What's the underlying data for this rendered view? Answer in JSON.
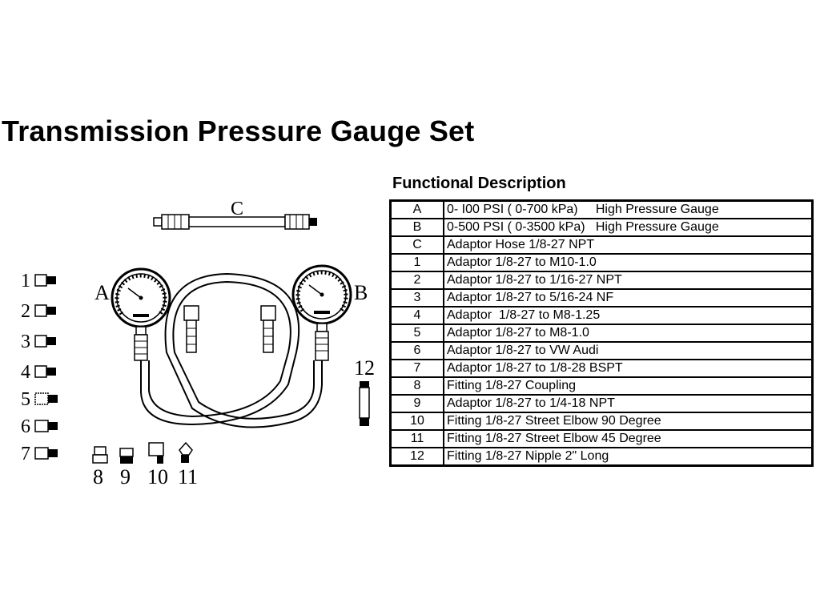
{
  "title": "Transmission Pressure Gauge Set",
  "table_heading": "Functional Description",
  "rows": [
    {
      "key": "A",
      "desc": "0- I00 PSI ( 0-700 kPa)     High Pressure Gauge"
    },
    {
      "key": "B",
      "desc": "0-500 PSI ( 0-3500 kPa)   High Pressure Gauge"
    },
    {
      "key": "C",
      "desc": "Adaptor Hose 1/8-27 NPT"
    },
    {
      "key": "1",
      "desc": "Adaptor 1/8-27 to M10-1.0"
    },
    {
      "key": "2",
      "desc": "Adaptor 1/8-27 to 1/16-27 NPT"
    },
    {
      "key": "3",
      "desc": "Adaptor 1/8-27 to 5/16-24 NF"
    },
    {
      "key": "4",
      "desc": "Adaptor  1/8-27 to M8-1.25"
    },
    {
      "key": "5",
      "desc": "Adaptor 1/8-27 to M8-1.0"
    },
    {
      "key": "6",
      "desc": "Adaptor 1/8-27 to VW Audi"
    },
    {
      "key": "7",
      "desc": "Adaptor 1/8-27 to 1/8-28 BSPT"
    },
    {
      "key": "8",
      "desc": "Fitting 1/8-27 Coupling"
    },
    {
      "key": "9",
      "desc": "Adaptor 1/8-27 to 1/4-18 NPT"
    },
    {
      "key": "10",
      "desc": "Fitting 1/8-27 Street Elbow 90 Degree"
    },
    {
      "key": "11",
      "desc": "Fitting 1/8-27 Street Elbow 45 Degree"
    },
    {
      "key": "12",
      "desc": "Fitting 1/8-27 Nipple 2\" Long"
    }
  ],
  "diagram": {
    "label_a": "A",
    "label_b": "B",
    "label_c": "C",
    "label_12": "12",
    "adaptor_labels": [
      "1",
      "2",
      "3",
      "4",
      "5",
      "6",
      "7"
    ],
    "fitting_labels": [
      "8",
      "9",
      "10",
      "11"
    ]
  }
}
